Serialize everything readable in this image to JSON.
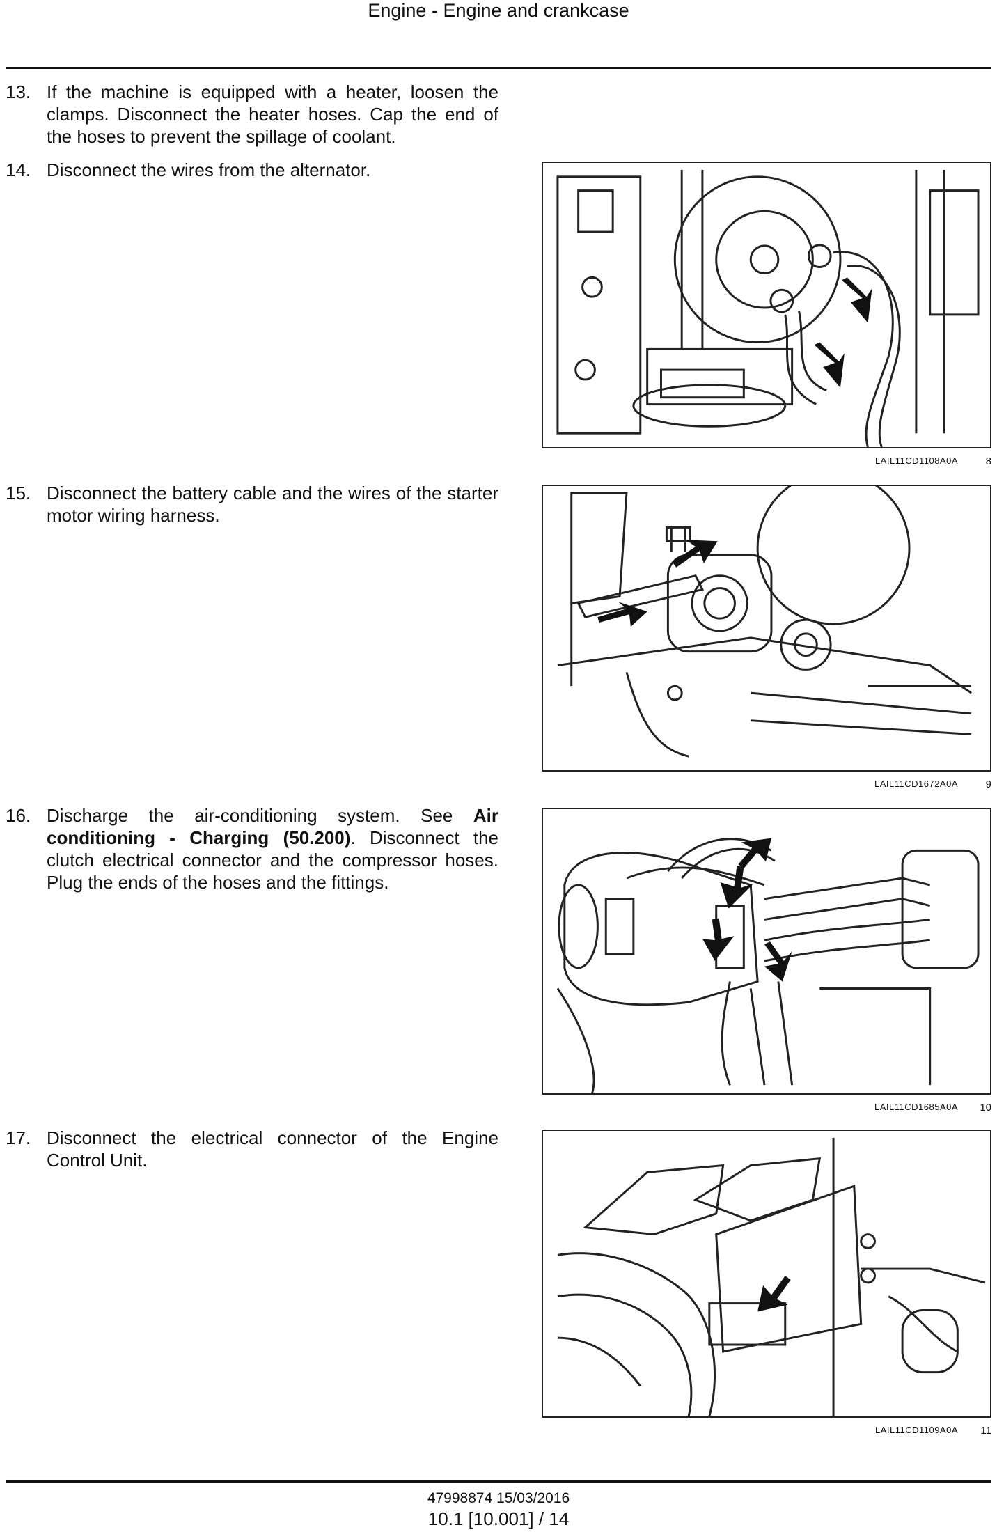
{
  "header": {
    "title": "Engine - Engine and crankcase"
  },
  "steps": [
    {
      "num": "13.",
      "text": "If the machine is equipped with a heater, loosen the clamps. Disconnect the heater hoses. Cap the end of the hoses to prevent the spillage of coolant."
    },
    {
      "num": "14.",
      "text": "Disconnect the wires from the alternator."
    },
    {
      "num": "15.",
      "text": "Disconnect the battery cable and the wires of the starter motor wiring harness."
    },
    {
      "num": "16.",
      "text_before": "Discharge the air-conditioning system. See ",
      "link": "Air conditioning - Charging (50.200)",
      "text_after": ". Disconnect the clutch electrical connector and the compressor hoses. Plug the ends of the hoses and the fittings."
    },
    {
      "num": "17.",
      "text": "Disconnect the electrical connector of the Engine Control Unit."
    }
  ],
  "figures": [
    {
      "code": "LAIL11CD1108A0A",
      "number": "8",
      "icon": "alternator-illustration"
    },
    {
      "code": "LAIL11CD1672A0A",
      "number": "9",
      "icon": "starter-motor-illustration"
    },
    {
      "code": "LAIL11CD1685A0A",
      "number": "10",
      "icon": "compressor-illustration"
    },
    {
      "code": "LAIL11CD1109A0A",
      "number": "11",
      "icon": "ecu-connector-illustration"
    }
  ],
  "footer": {
    "doc_id": "47998874 15/03/2016",
    "page": "10.1 [10.001] / 14"
  }
}
